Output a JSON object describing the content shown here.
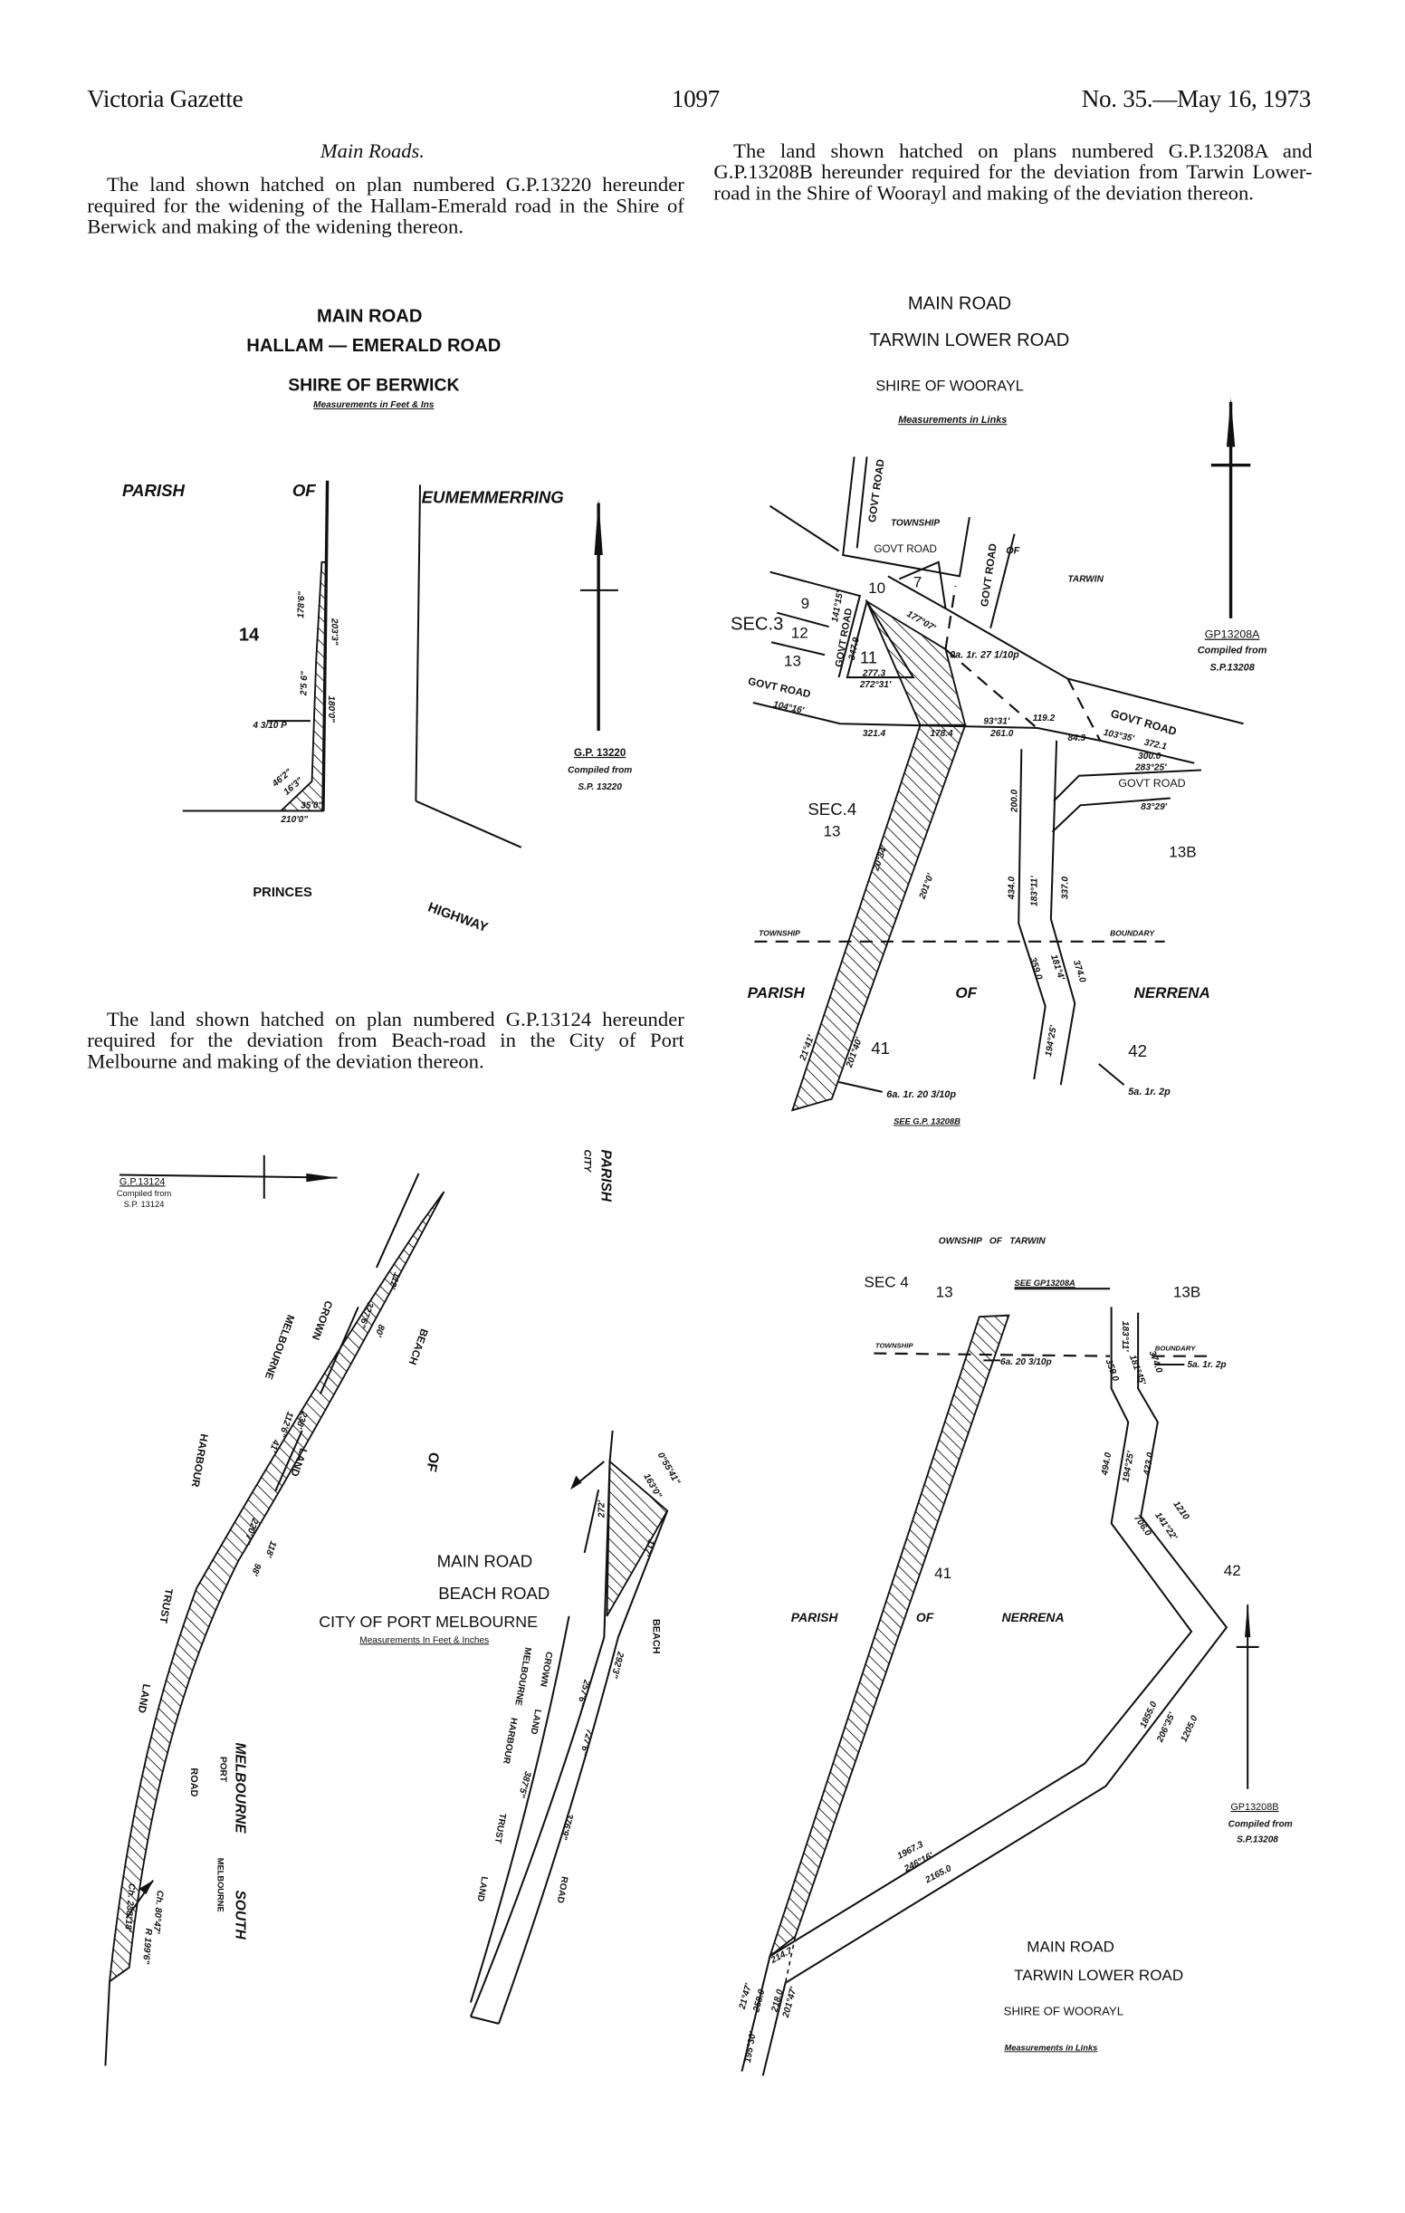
{
  "header": {
    "publication": "Victoria Gazette",
    "page_number": "1097",
    "issue": "No. 35.—May 16, 1973"
  },
  "section_heading": "Main Roads.",
  "notices": {
    "hallam": "The land shown hatched on plan numbered G.P.13220 hereunder required for the widening of the Hallam-Emerald road in the Shire of Berwick and making of the widening thereon.",
    "tarwin": "The land shown hatched on plans numbered G.P.13208A and G.P.13208B hereunder required for the deviation from Tarwin Lower-road in the Shire of Woorayl and making of the deviation thereon.",
    "beach": "The land shown hatched on plan numbered G.P.13124 hereunder required for the deviation from Beach-road in the City of Port Melbourne and making of the deviation thereon."
  },
  "plan_hallam": {
    "title1": "MAIN ROAD",
    "title2": "HALLAM — EMERALD ROAD",
    "shire": "SHIRE OF BERWICK",
    "units": "Measurements in Feet & Ins",
    "parish": "PARISH",
    "of": "OF",
    "parish_name": "EUMEMMERRING",
    "allotment": "14",
    "princes": "PRINCES",
    "highway": "HIGHWAY",
    "gp": "G.P. 13220",
    "compiled": "Compiled from",
    "sp": "S.P. 13220",
    "dims": [
      "178'6\"",
      "203'3\"",
      "2'5 6\"",
      "180'0\"",
      "4 3/10 P",
      "46'2\"",
      "16'3\"",
      "35'0\"",
      "210'0\""
    ]
  },
  "plan_tarwin_a": {
    "title1": "MAIN ROAD",
    "title2": "TARWIN LOWER ROAD",
    "shire": "SHIRE OF WOORAYL",
    "units": "Measurements in Links",
    "govt_road": "GOVT ROAD",
    "township": "TOWNSHIP",
    "of": "OF",
    "tarwin": "TARWIN",
    "sec3": "SEC.3",
    "lot9": "9",
    "lot12": "12",
    "lot13": "13",
    "lot10": "10",
    "lot7": "7",
    "lot11": "11",
    "sec4": "SEC.4",
    "sec4_lot": "13",
    "lot13b": "13B",
    "township_lbl": "TOWNSHIP",
    "boundary_lbl": "BOUNDARY",
    "parish": "PARISH",
    "parish_of": "OF",
    "parish_name": "NERRENA",
    "lot41": "41",
    "lot42": "42",
    "area_left": "6a. 1r. 20 3/10p",
    "area_right": "5a. 1r. 2p",
    "area_top": "0a. 1r. 27 1/10p",
    "see": "SEE G.P. 13208B",
    "gp": "GP13208A",
    "compiled": "Compiled from",
    "sp": "S.P.13208",
    "dims": [
      "177°07'",
      "347.9",
      "141°15'",
      "277.3",
      "272°31'",
      "104°16'",
      "321.4",
      "178.4",
      "93°31'",
      "261.0",
      "119.2",
      "84.3",
      "103°35'",
      "372.1",
      "300.0",
      "283°25'",
      "83°29'",
      "200.0",
      "434.0",
      "183°11'",
      "337.0",
      "359.0",
      "181°4'",
      "374.0",
      "194°25'",
      "20°34'",
      "201°0'",
      "21°41'",
      "201°40'"
    ]
  },
  "plan_beach": {
    "gp": "G.P.13124",
    "compiled": "Compiled from",
    "sp": "S.P. 13124",
    "parish": "PARISH",
    "city": "CITY",
    "melbourne": "MELBOURNE",
    "crown": "CROWN",
    "land": "LAND",
    "harbour": "HARBOUR",
    "trust": "TRUST",
    "beach": "BEACH",
    "of": "OF",
    "title1": "MAIN ROAD",
    "title2": "BEACH ROAD",
    "city_name": "CITY OF PORT MELBOURNE",
    "units": "Measurements In Feet & Inches",
    "port_melbourne": "MELBOURNE",
    "port": "PORT",
    "road": "ROAD",
    "south": "SOUTH",
    "south_melbourne": "MELBOURNE",
    "r_melbourne": "MELBOURNE",
    "r_crown": "CROWN",
    "r_land": "LAND",
    "r_harbour": "HARBOUR",
    "r_trust": "TRUST",
    "r_land2": "LAND",
    "r_road": "ROAD",
    "r_beach": "BEACH",
    "dims": [
      "112'",
      "327'6\"",
      "80'",
      "238'",
      "112'6\"",
      "41'",
      "220'7\"",
      "118'",
      "98'",
      "Ch. 80°47'",
      "R 199'6\"",
      "Ch. 238°18'",
      "0°55'41\"",
      "163'0\"",
      "272'",
      "257'6\"",
      "117'",
      "727'6\"",
      "292'3\"",
      "376'9\"",
      "387'5\""
    ]
  },
  "plan_tarwin_b": {
    "township_of_tarwin": "OWNSHIP   OF   TARWIN",
    "sec4": "SEC 4",
    "lot13": "13",
    "see": "SEE GP13208A",
    "lot13b": "13B",
    "township_lbl": "TOWNSHIP",
    "boundary_lbl": "BOUNDARY",
    "area_left": "6a. 20 3/10p",
    "area_right": "5a. 1r. 2p",
    "lot41": "41",
    "lot42": "42",
    "parish": "PARISH",
    "parish_of": "OF",
    "parish_name": "NERRENA",
    "title1": "MAIN ROAD",
    "title2": "TARWIN LOWER ROAD",
    "shire": "SHIRE OF WOORAYL",
    "units": "Measurements in Links",
    "gp": "GP13208B",
    "compiled": "Compiled from",
    "sp": "S.P.13208",
    "dims": [
      "183°11'",
      "359.0",
      "181°45'",
      "374.0",
      "494.0",
      "194°25'",
      "423.0",
      "706.0",
      "141°22'",
      "1210",
      "1855.0",
      "206°35'",
      "1205.0",
      "1967.3",
      "246°16'",
      "2165.0",
      "214.7",
      "21°47'",
      "258.0",
      "195°30'",
      "218.0",
      "201°47'"
    ]
  }
}
